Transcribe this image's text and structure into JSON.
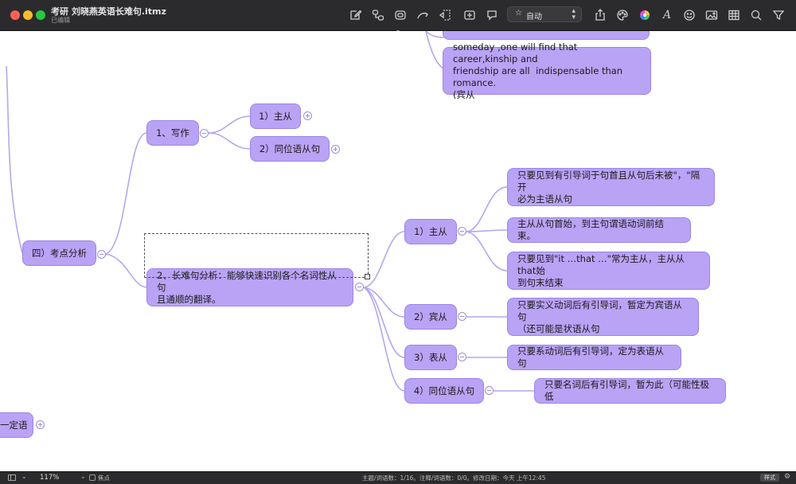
{
  "window": {
    "title": "考研 刘晓燕英语长难句.itmz",
    "status": "已编辑"
  },
  "toolbar": {
    "theme_value": "自动",
    "icons": [
      "edit-icon",
      "relation-icon",
      "boundary-icon",
      "callout-icon",
      "summary-icon",
      "insert-topic-icon",
      "comment-icon",
      "share-icon",
      "palette-icon",
      "color-wheel-icon",
      "font-icon",
      "emoji-icon",
      "image-icon",
      "table-icon",
      "search-icon",
      "filter-icon"
    ]
  },
  "mindmap": {
    "top_partial": "",
    "example_sentence": "someday ,one will find that  career,kinship and\nfriendship are all  indispensable than romance.\n(宾从",
    "section_4": "四）考点分析",
    "writing": "1、写作",
    "writing_children": [
      "1）主从",
      "2）同位语从句"
    ],
    "long_sentence": "2、长难句分析：能够快速识别各个名词性从句\n且通顺的翻译。",
    "clauses": [
      {
        "label": "1）主从",
        "notes": [
          "只要见到有引导词于句首且从句后未被\"，\"隔开\n必为主语从句",
          "主从从句首始，到主句谓语动词前结束。",
          "只要见到\"it …that …\"常为主从，主从从that始\n到句末结束"
        ]
      },
      {
        "label": "2）宾从",
        "notes": [
          "只要实义动词后有引导词，暂定为宾语从句\n（还可能是状语从句"
        ]
      },
      {
        "label": "3）表从",
        "notes": [
          "只要系动词后有引导词，定为表语从句"
        ]
      },
      {
        "label": "4）同位语从句",
        "notes": [
          "只要名词后有引导词，暂为此（可能性极低"
        ]
      }
    ],
    "partial_left": "一定语"
  },
  "statusbar": {
    "zoom": "117%",
    "focus_label": "焦点",
    "stats": "主题/词语数：1/16。注释/词语数：0/0。修改日期：今天 上午12:45",
    "style_button": "样式"
  },
  "colors": {
    "node_fill": "#b9a3f5",
    "node_border": "#9c84e8",
    "branch_line": "#b8a6ee"
  }
}
